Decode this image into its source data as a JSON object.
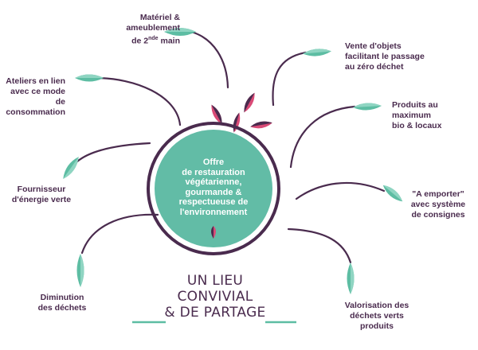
{
  "palette": {
    "purple": "#4a2b4e",
    "teal": "#5dbda3",
    "teal_light": "#8fd5c2",
    "pink": "#d94a76",
    "center_fill": "#62bca6"
  },
  "center": {
    "lines": [
      "Offre",
      "de restauration",
      "végétarienne,",
      "gourmande &",
      "respectueuse de",
      "l'environnement"
    ]
  },
  "tagline": {
    "lines": [
      "UN LIEU",
      "CONVIVIAL",
      "& DE PARTAGE"
    ]
  },
  "labels": {
    "materiel": {
      "l1": "Matériel &",
      "l2": "ameublement",
      "l3a": "de 2",
      "l3sup": "nde",
      "l3b": " main"
    },
    "vente": [
      "Vente d'objets",
      "facilitant le passage",
      "au zéro déchet"
    ],
    "produits": [
      "Produits au maximum",
      "bio & locaux"
    ],
    "emporter": [
      "\"A emporter\"",
      "avec système",
      "de consignes"
    ],
    "valorisation": [
      "Valorisation des",
      "déchets verts",
      "produits"
    ],
    "diminution": [
      "Diminution",
      "des déchets"
    ],
    "fournisseur": [
      "Fournisseur",
      "d'énergie verte"
    ],
    "ateliers": [
      "Ateliers en lien",
      "avec ce mode de",
      "consommation"
    ]
  }
}
